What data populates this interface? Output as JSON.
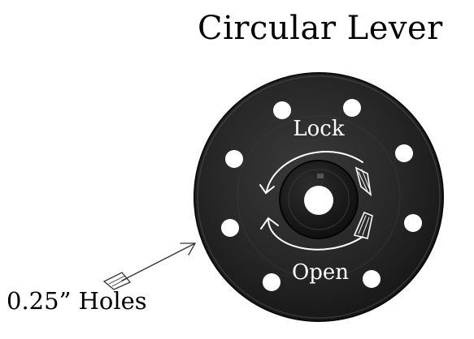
{
  "title": "Circular Lever",
  "holes_label": "0.25” Holes",
  "lock_label": "Lock",
  "open_label": "Open",
  "colors": {
    "disc": "#262626",
    "disc_edge": "#4a4a4a",
    "hub": "#151515",
    "annotation": "#ffffff",
    "background": "#ffffff"
  },
  "icons": [
    "arrow-icon",
    "rotate-arrow-icon"
  ]
}
